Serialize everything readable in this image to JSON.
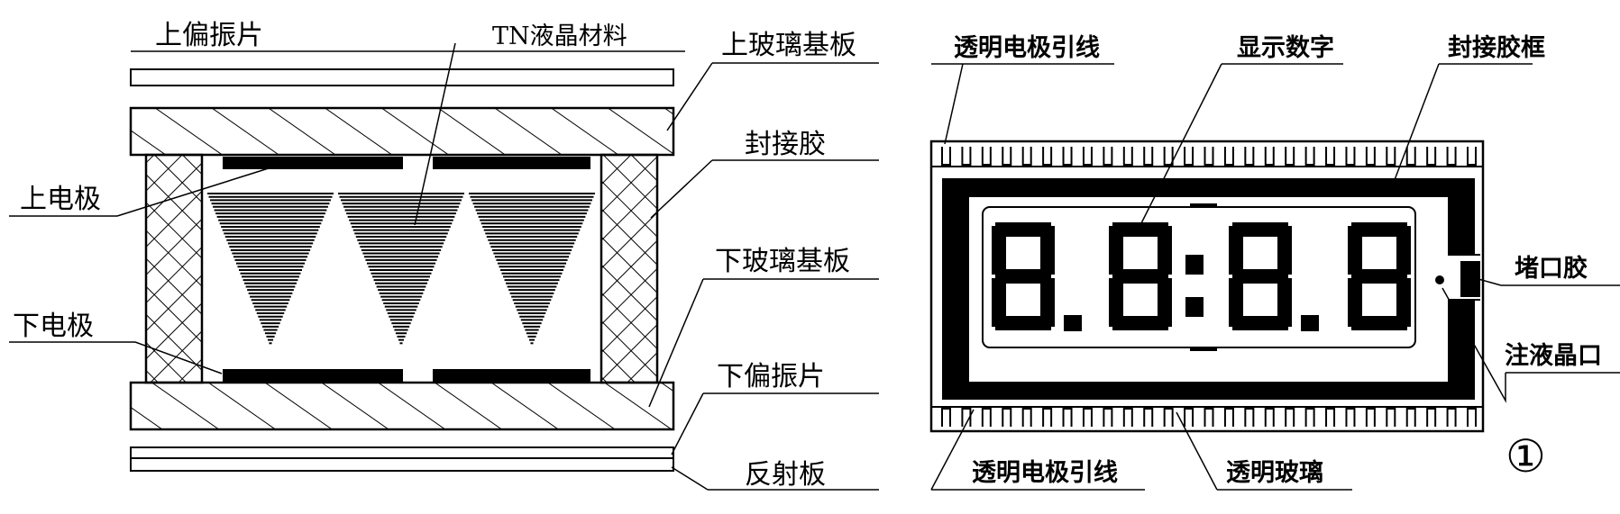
{
  "left": {
    "labels": {
      "upper_polarizer": "上偏振片",
      "tn_material": "TN液晶材料",
      "upper_glass": "上玻璃基板",
      "sealant": "封接胶",
      "upper_electrode": "上电极",
      "lower_glass": "下玻璃基板",
      "lower_electrode": "下电极",
      "lower_polarizer": "下偏振片",
      "reflector": "反射板"
    }
  },
  "right": {
    "labels": {
      "electrode_leads_top": "透明电极引线",
      "display_digits": "显示数字",
      "seal_frame": "封接胶框",
      "plug_glue": "堵口胶",
      "fill_port": "注液晶口",
      "electrode_leads_bottom": "透明电极引线",
      "transparent_glass": "透明玻璃"
    },
    "figure_number": "①"
  },
  "colors": {
    "ink": "#000000",
    "paper": "#ffffff"
  }
}
